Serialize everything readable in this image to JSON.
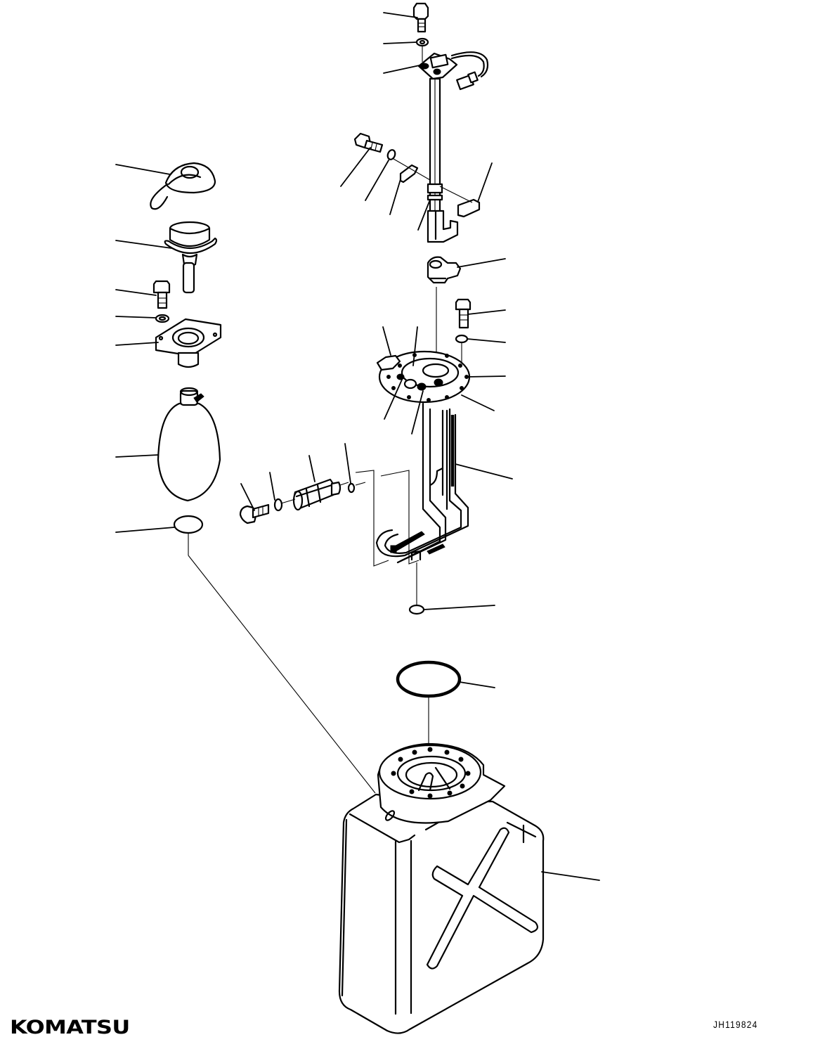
{
  "diagram": {
    "type": "exploded-parts-diagram",
    "subject": "tank assembly with filler cap, fuel gauge sender, strainer and tank",
    "background": "#ffffff",
    "line_color": "#000000",
    "parts": [
      {
        "id": "bolt-top",
        "label": "bolt"
      },
      {
        "id": "washer-top",
        "label": "washer"
      },
      {
        "id": "gauge-sender",
        "label": "level sensor with cable and connector"
      },
      {
        "id": "bolt-small",
        "label": "bolt"
      },
      {
        "id": "washer-small",
        "label": "washer"
      },
      {
        "id": "clip",
        "label": "clip"
      },
      {
        "id": "band",
        "label": "band"
      },
      {
        "id": "bracket",
        "label": "bracket"
      },
      {
        "id": "filler-cap",
        "label": "cap"
      },
      {
        "id": "filler-neck",
        "label": "filler neck"
      },
      {
        "id": "bolt-neck",
        "label": "bolt"
      },
      {
        "id": "washer-neck",
        "label": "washer"
      },
      {
        "id": "neck-flange",
        "label": "flange"
      },
      {
        "id": "strainer-bag",
        "label": "strainer"
      },
      {
        "id": "seal-neck",
        "label": "o-ring"
      },
      {
        "id": "elbow-fitting",
        "label": "fitting"
      },
      {
        "id": "bolt-flange",
        "label": "bolt"
      },
      {
        "id": "washer-flange",
        "label": "washer"
      },
      {
        "id": "tank-flange",
        "label": "flange"
      },
      {
        "id": "suction-tube",
        "label": "suction tube"
      },
      {
        "id": "seal-bottom",
        "label": "o-ring"
      },
      {
        "id": "bolt-filter",
        "label": "bolt"
      },
      {
        "id": "washer-filter",
        "label": "washer"
      },
      {
        "id": "filter",
        "label": "filter"
      },
      {
        "id": "oring-filter",
        "label": "o-ring"
      },
      {
        "id": "oring-large",
        "label": "o-ring"
      },
      {
        "id": "tank",
        "label": "tank"
      }
    ],
    "callout_count": 31
  },
  "footer": {
    "brand_logo": "KOMATSU",
    "drawing_number": "JH119824"
  }
}
